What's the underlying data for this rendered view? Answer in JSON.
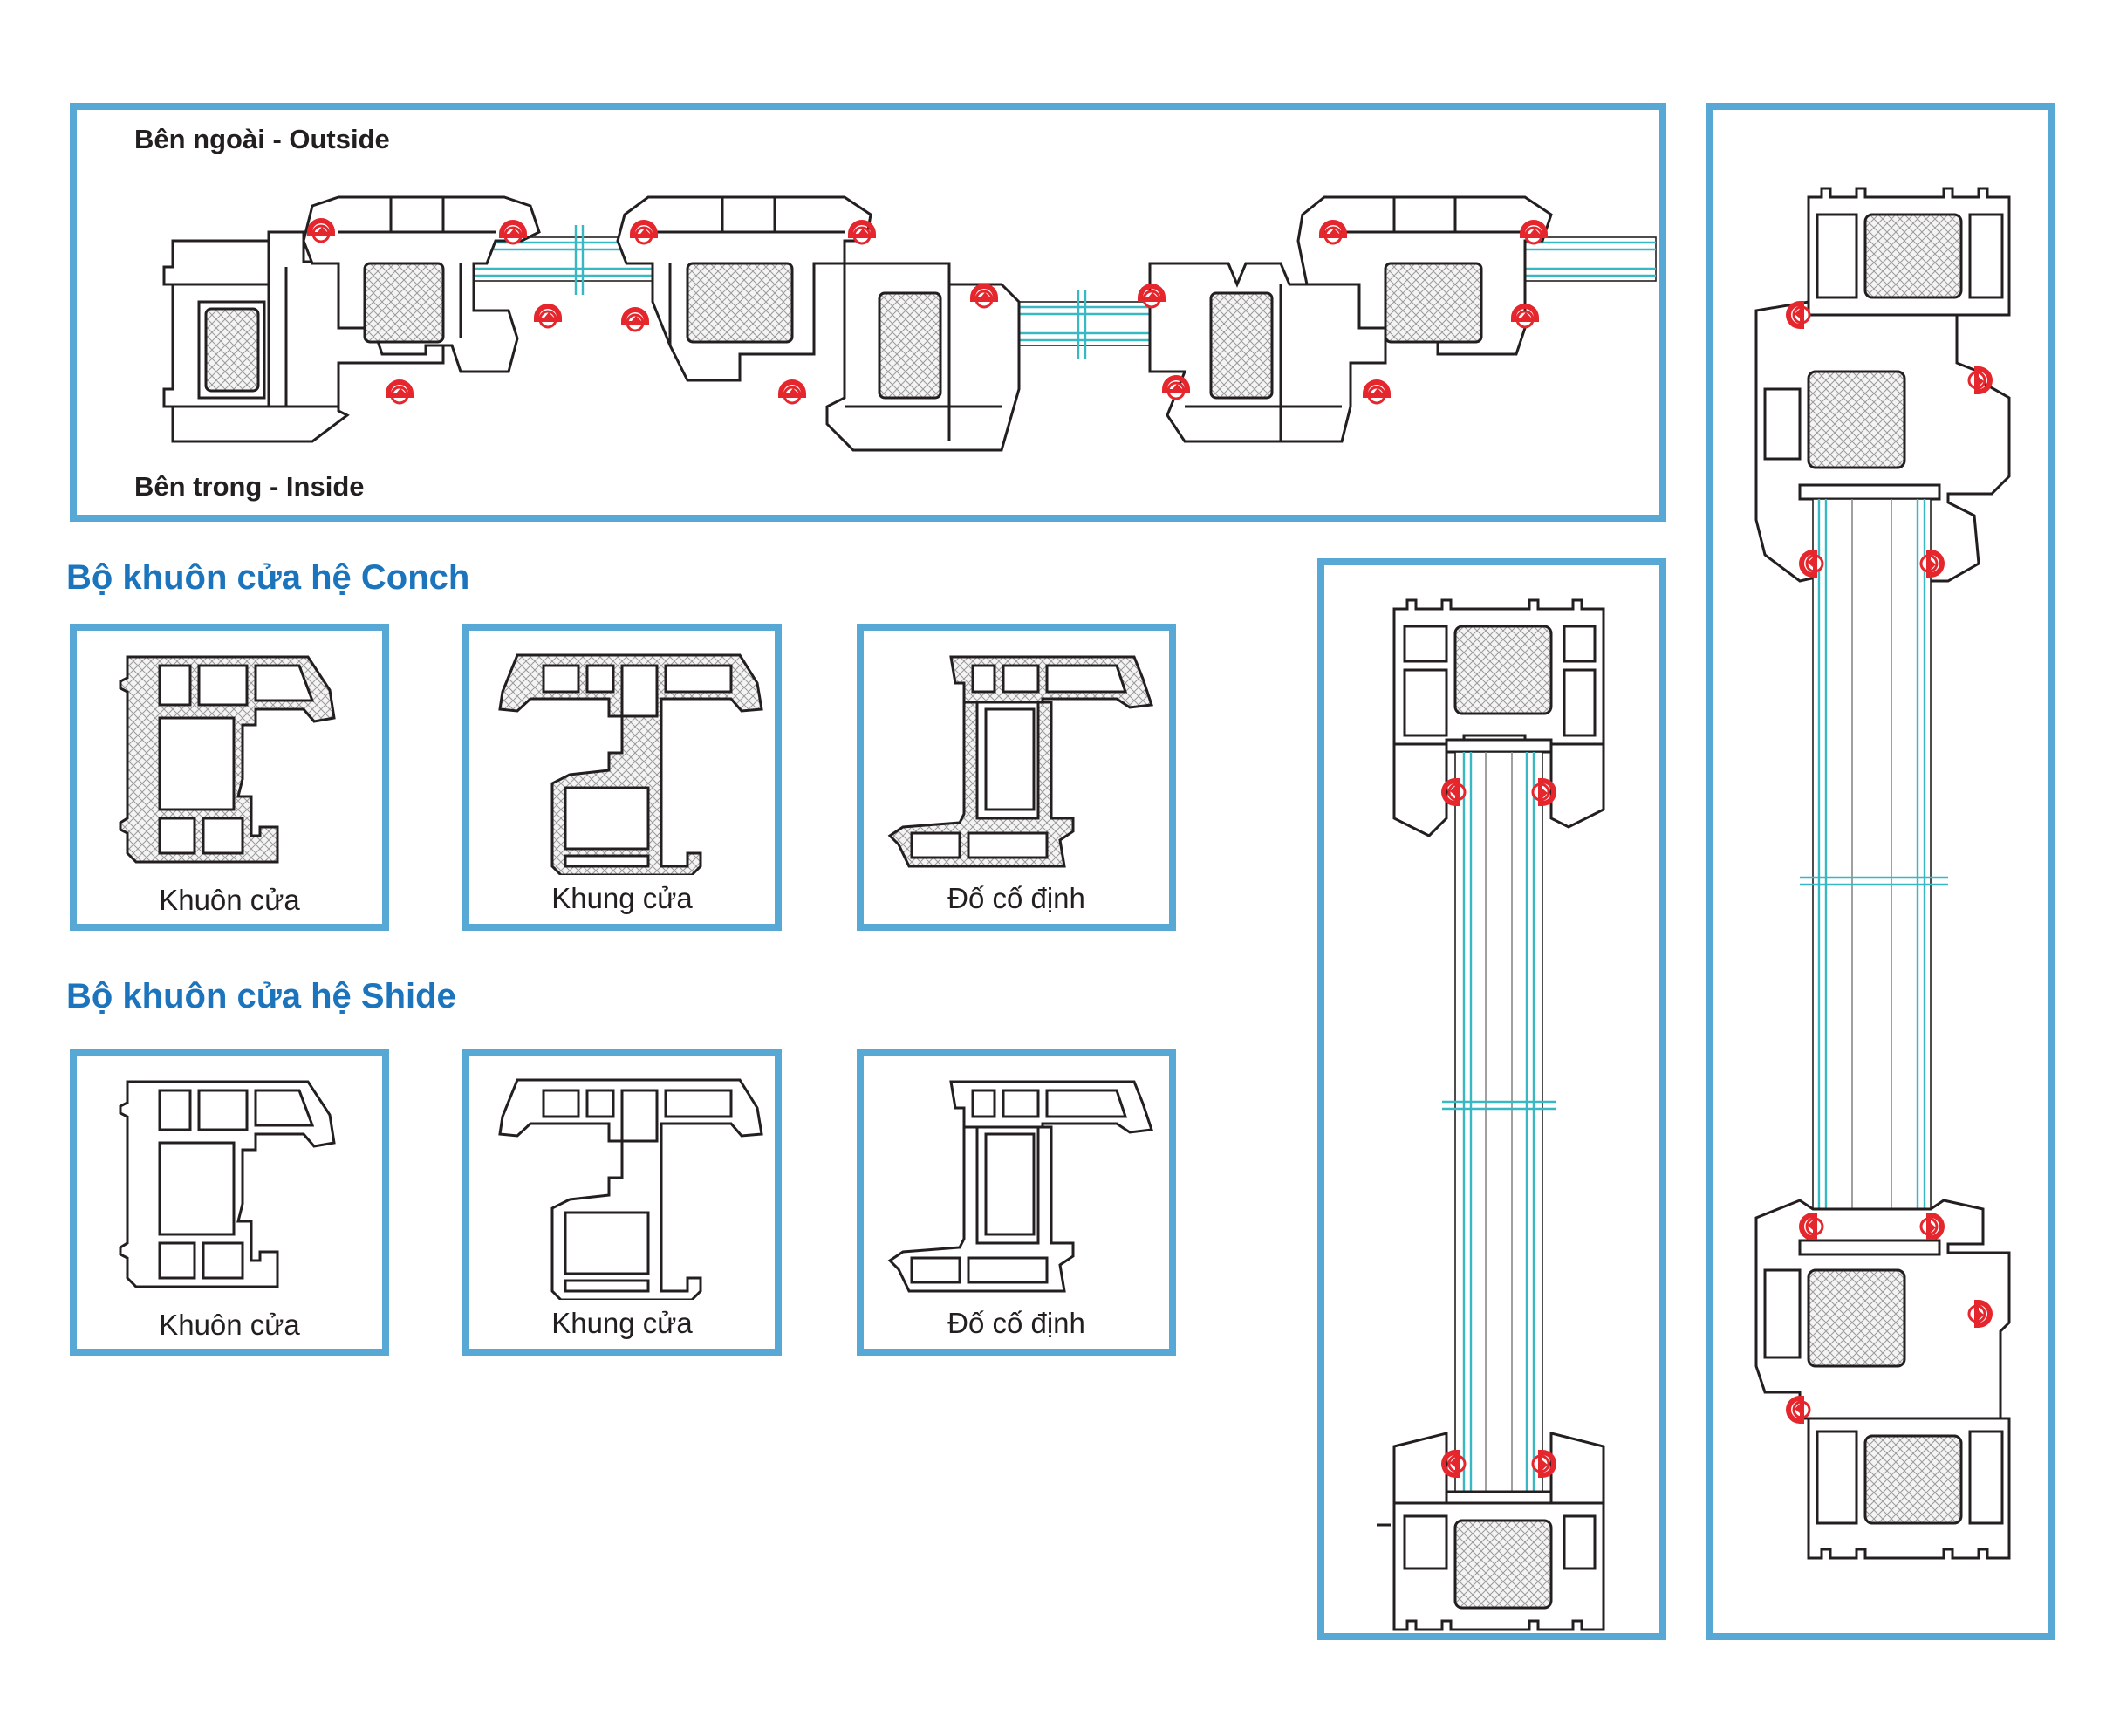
{
  "plan_view": {
    "outside_label": "Bên ngoài - Outside",
    "inside_label": "Bên trong - Inside"
  },
  "conch": {
    "heading": "Bộ khuôn cửa hệ Conch",
    "items": [
      {
        "caption": "Khuôn cửa",
        "icon": "window-frame-profile-hatched"
      },
      {
        "caption": "Khung cửa",
        "icon": "sash-profile-hatched"
      },
      {
        "caption": "Đố cố định",
        "icon": "mullion-profile-hatched"
      }
    ]
  },
  "shide": {
    "heading": "Bộ khuôn cửa hệ Shide",
    "items": [
      {
        "caption": "Khuôn cửa",
        "icon": "window-frame-profile-outline"
      },
      {
        "caption": "Khung cửa",
        "icon": "sash-profile-outline"
      },
      {
        "caption": "Đố cố định",
        "icon": "mullion-profile-outline"
      }
    ]
  },
  "colors": {
    "border": "#58a8d6",
    "heading": "#1c75bc",
    "seal": "#e5262d",
    "glass": "#38b8c2",
    "line": "#231f20"
  }
}
